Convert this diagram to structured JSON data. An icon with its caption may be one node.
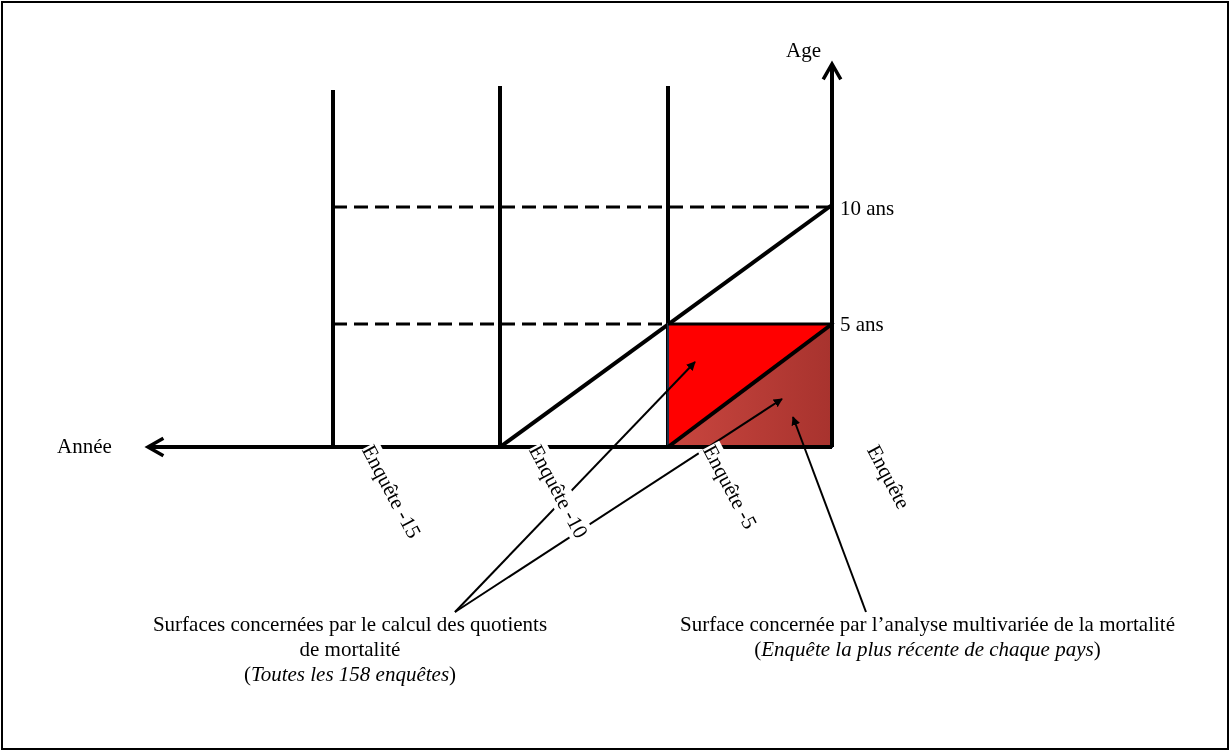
{
  "diagram": {
    "nodes": [
      {
        "text": [],
        "shape": "triangle"
      },
      {
        "text": [],
        "shape": "triangle"
      },
      {
        "text": [
          "Surfaces concernées par le calcul des quotients de mortalité",
          "(*Toutes les 158 enquêtes*)"
        ]
      },
      {
        "text": [
          "Surface concernée par l’analyse multivariée de la mortalité",
          "(*Enquête la plus récente de chaque pays*)"
        ]
      }
    ],
    "edges": [
      {
        "from": 2,
        "to": 0,
        "arrow": "to"
      },
      {
        "from": 2,
        "to": 1,
        "arrow": "to"
      },
      {
        "from": 3,
        "to": 1,
        "arrow": "to"
      }
    ],
    "labels": [
      "Age",
      "10 ans",
      "5 ans",
      "Année",
      "Enquête -15",
      "Enquête -10",
      "Enquête -5",
      "Enquête"
    ]
  }
}
